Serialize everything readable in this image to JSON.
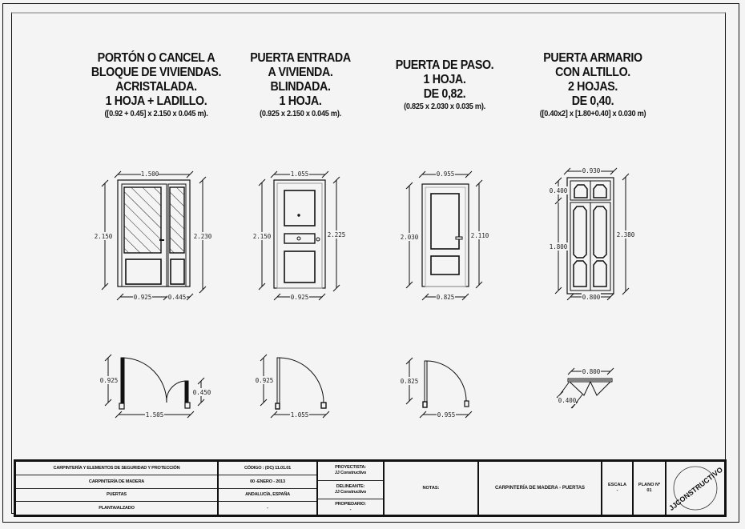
{
  "doors": [
    {
      "title_lines": [
        "PORTÓN O CANCEL A",
        "BLOQUE DE VIVIENDAS.",
        "ACRISTALADA.",
        "1 HOJA + LADILLO."
      ],
      "subtitle": "([0.92 + 0.45] x 2.150 x 0.045 m).",
      "elevation": {
        "width_total": "1.500",
        "height_left": "2.150",
        "height_right": "2.230",
        "width_leaf": "0.925",
        "width_side": "0.445"
      },
      "plan": {
        "leaf": "0.925",
        "side": "0.450",
        "width": "1.505"
      }
    },
    {
      "title_lines": [
        "PUERTA ENTRADA",
        "A VIVIENDA.",
        "BLINDADA.",
        "1 HOJA."
      ],
      "subtitle": "(0.925 x 2.150 x 0.045 m).",
      "elevation": {
        "width_total": "1.055",
        "height_left": "2.150",
        "height_right": "2.225",
        "width_leaf": "0.925"
      },
      "plan": {
        "leaf": "0.925",
        "width": "1.055"
      }
    },
    {
      "title_lines": [
        "PUERTA DE PASO.",
        "1 HOJA.",
        "DE 0,82."
      ],
      "subtitle": "(0.825 x 2.030 x 0.035 m).",
      "elevation": {
        "width_total": "0.955",
        "height_left": "2.030",
        "height_right": "2.110",
        "width_leaf": "0.825"
      },
      "plan": {
        "leaf": "0.825",
        "width": "0.955"
      }
    },
    {
      "title_lines": [
        "PUERTA ARMARIO",
        "CON ALTILLO.",
        "2 HOJAS.",
        "DE 0,40."
      ],
      "subtitle": "([0.40x2] x [1.80+0.40] x 0.030 m)",
      "elevation": {
        "width_total": "0.930",
        "height_top": "0.400",
        "height_main": "1.800",
        "height_right": "2.380",
        "width_leaf": "0.800"
      },
      "plan": {
        "width": "0.800",
        "leaf": "0.400"
      }
    }
  ],
  "titleblock": {
    "col1": [
      "CARPINTERÍA Y ELEMENTOS DE SEGURIDAD Y PROTECCIÓN",
      "CARPINTERÍA DE MADERA",
      "PUERTAS",
      "PLANTA/ALZADO"
    ],
    "col2": [
      "CÓDIGO : (DC) 11.01.01",
      "00 -ENERO - 2013",
      "ANDALUCÍA, ESPAÑA",
      "-"
    ],
    "proyectista_label": "PROYECTISTA:",
    "proyectista_value": "JJ Constructivo",
    "delineante_label": "DELINEANTE:",
    "delineante_value": "JJ Constructivo",
    "propietario_label": "PROPIEDARIO:",
    "propietario_value": "-",
    "notas_label": "NOTAS:",
    "plan_title": "CARPINTERÍA DE MADERA - PUERTAS",
    "escala_label": "ESCALA",
    "escala_value": "-",
    "plano_label": "PLANO Nº",
    "plano_value": "01",
    "stamp_text": "JJCONSTRUCTIVO"
  }
}
